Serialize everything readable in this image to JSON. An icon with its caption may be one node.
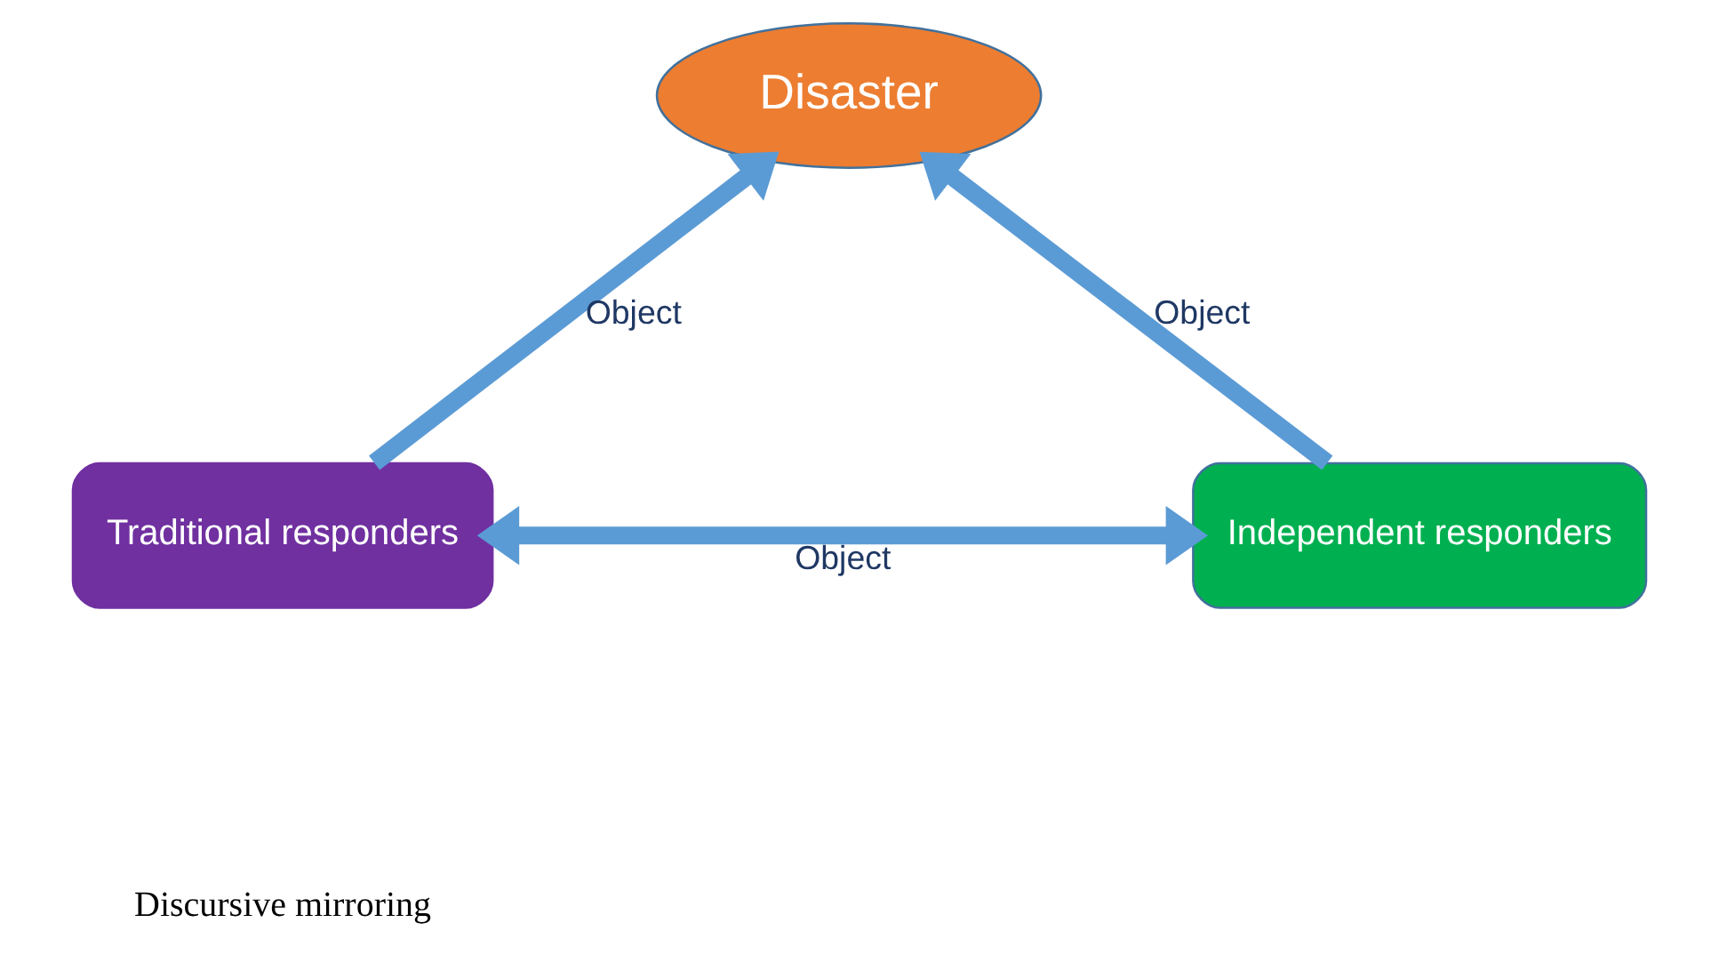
{
  "diagram": {
    "nodes": [
      {
        "text": [
          "Disaster"
        ]
      },
      {
        "text": [
          "Traditional responders"
        ]
      },
      {
        "text": [
          "Independent responders"
        ]
      }
    ],
    "edges": [
      {
        "from": 1,
        "to": 0,
        "arrow": "to",
        "label": "Object"
      },
      {
        "from": 2,
        "to": 0,
        "arrow": "to",
        "label": "Object"
      },
      {
        "from": 1,
        "to": 2,
        "arrow": "both",
        "label": "Object"
      }
    ],
    "labels": [
      "Discursive mirroring"
    ]
  }
}
